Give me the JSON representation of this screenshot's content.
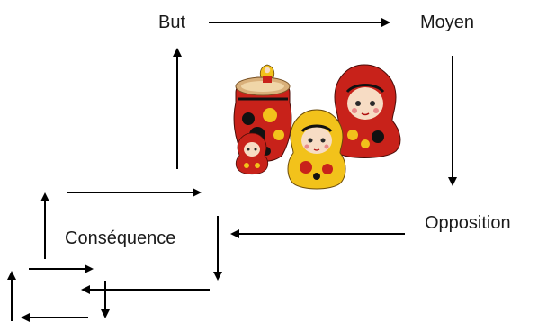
{
  "diagram": {
    "nodes": {
      "but": "But",
      "moyen": "Moyen",
      "opposition": "Opposition",
      "consequence": "Conséquence"
    },
    "image": {
      "subject": "matryoshka-dolls",
      "colors": {
        "red": "#c8221a",
        "yellow": "#f2c21b",
        "black": "#111111",
        "skin": "#f7dcc4",
        "wood": "#d9b07a"
      }
    },
    "arrow_color": "#000000"
  }
}
